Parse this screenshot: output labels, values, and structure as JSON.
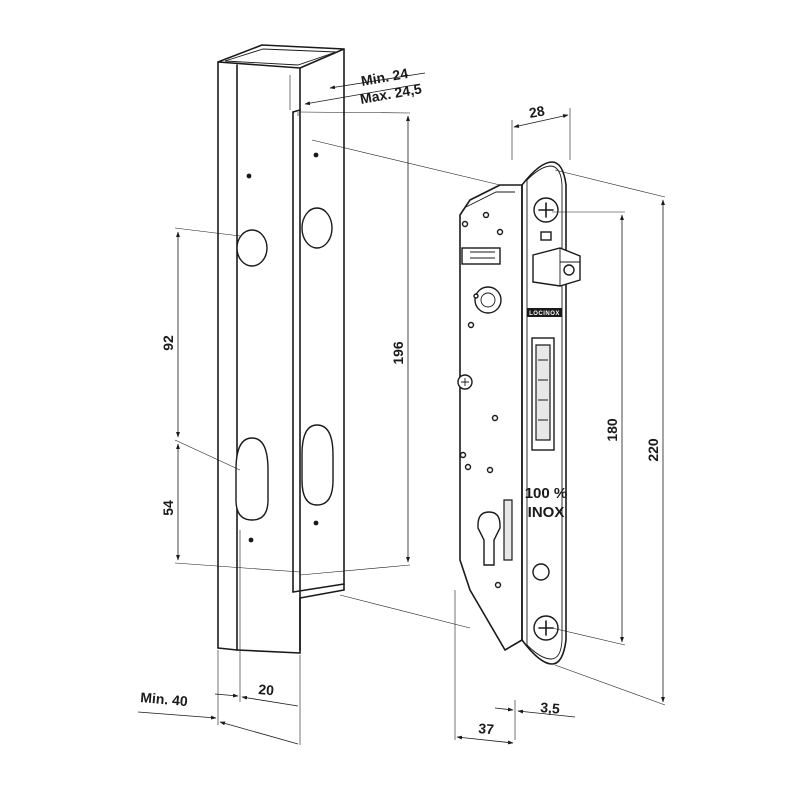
{
  "dimensions": {
    "min_24": "Min. 24",
    "max_24_5": "Max. 24,5",
    "d92": "92",
    "d54": "54",
    "d196": "196",
    "d28": "28",
    "d180": "180",
    "d220": "220",
    "min_40": "Min. 40",
    "d20": "20",
    "d37": "37",
    "d3_5": "3,5"
  },
  "lock_body": {
    "brand_logo": "LOCINOX",
    "material_line1": "100 %",
    "material_line2": "INOX"
  }
}
